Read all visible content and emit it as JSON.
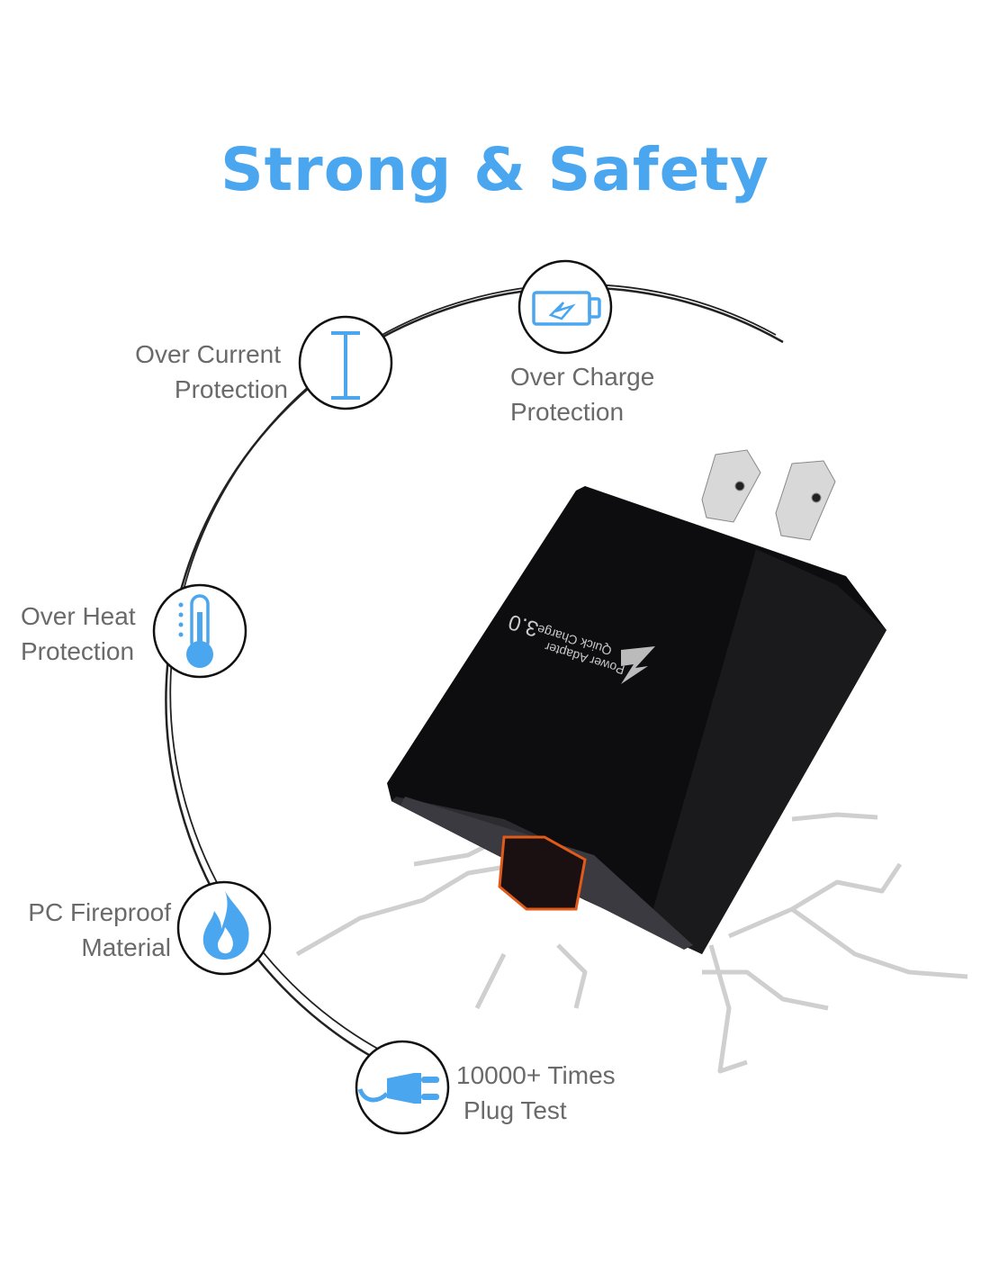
{
  "title": "Strong & Safety",
  "accent_color": "#4aa6ef",
  "features": [
    {
      "icon": "current-icon",
      "line1": "Over Current",
      "line2": "Protection"
    },
    {
      "icon": "battery-charge-icon",
      "line1": "Over Charge",
      "line2": "Protection"
    },
    {
      "icon": "thermometer-icon",
      "line1": "Over Heat",
      "line2": "Protection"
    },
    {
      "icon": "fire-icon",
      "line1": "PC Fireproof",
      "line2": "Material"
    },
    {
      "icon": "plug-icon",
      "line1": "10000+ Times",
      "line2": "Plug Test"
    }
  ],
  "product": {
    "line1": "Power Adapter",
    "line2": "Quick Charge",
    "version": "3.0"
  }
}
